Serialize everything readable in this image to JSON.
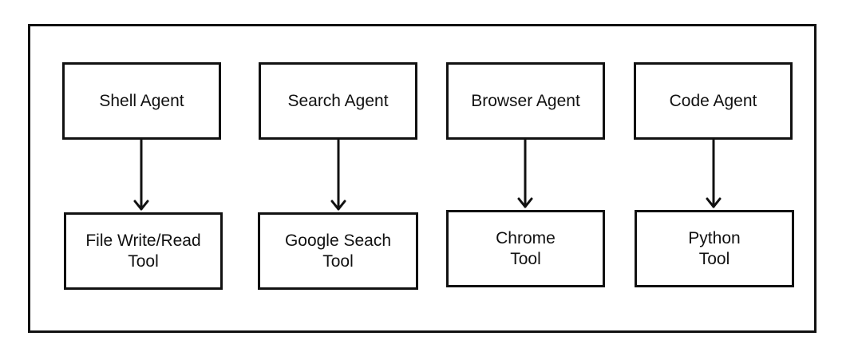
{
  "diagram": {
    "agents": [
      {
        "label": "Shell Agent",
        "tool": "File Write/Read\nTool"
      },
      {
        "label": "Search Agent",
        "tool": "Google Seach\nTool"
      },
      {
        "label": "Browser Agent",
        "tool": "Chrome\nTool"
      },
      {
        "label": "Code Agent",
        "tool": "Python\nTool"
      }
    ]
  }
}
